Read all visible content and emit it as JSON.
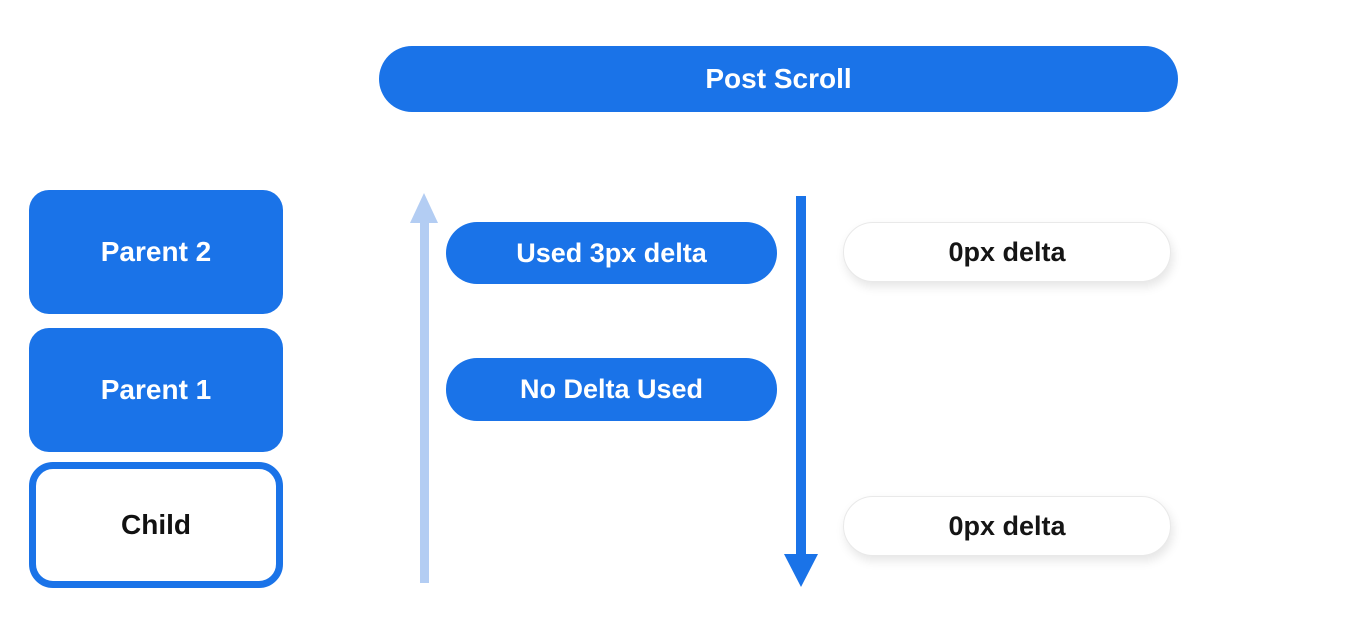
{
  "colors": {
    "blue": "#1a73e8",
    "light_blue": "#b3cdf3",
    "text_dark": "#151515",
    "pill_border": "#e9e9e9",
    "bg": "#ffffff"
  },
  "banner": {
    "label": "Post Scroll"
  },
  "left_column": {
    "boxes": [
      {
        "label": "Parent 2",
        "style": "filled"
      },
      {
        "label": "Parent 1",
        "style": "filled"
      },
      {
        "label": "Child",
        "style": "outlined"
      }
    ]
  },
  "middle_column": {
    "pills": [
      {
        "label": "Used 3px delta"
      },
      {
        "label": "No Delta Used"
      }
    ]
  },
  "right_column": {
    "pills": [
      {
        "label": "0px delta"
      },
      {
        "label": "0px delta"
      }
    ]
  },
  "arrows": [
    {
      "name": "up-arrow",
      "direction": "up",
      "color": "#b3cdf3"
    },
    {
      "name": "down-arrow",
      "direction": "down",
      "color": "#1a73e8"
    }
  ]
}
